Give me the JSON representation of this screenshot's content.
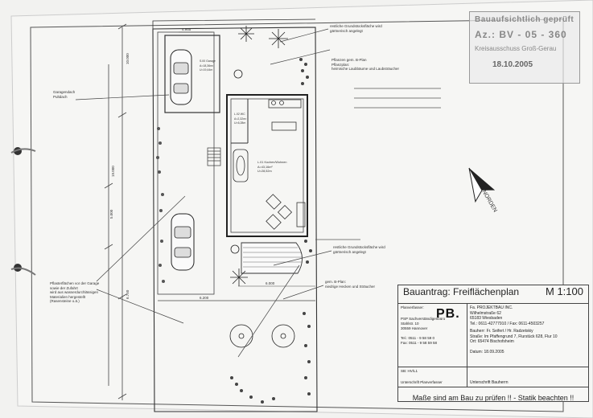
{
  "stamp": {
    "line1": "Bauaufsichtlich geprüft",
    "line2": "Az.: BV - 05 - 360",
    "line3": "Kreisausschuss Groß-Gerau",
    "date": "18.10.2005"
  },
  "compass_label": "NORDEN",
  "annotations": {
    "garage_roof": "Garagendach\nPultdach",
    "garage_room": "S.00 Garage\nA=18,36m²\nU=19,44m",
    "room_wc": "L.02 WC\nA=2,32m²\nU=6,28m",
    "room_main": "L.01 Kochen/Wohnen\nA=43,16m²\nU=28,52m",
    "greenery_top": "restliche Grundstücksfläche wird\ngärtnerisch angelegt",
    "planting_top": "Pflanzen gem. B-Plan\nPflanzplan:\nheimische Laubbäume und Laubsträucher",
    "greenery_mid": "restliche Grundstücksfläche wird\ngärtnerisch angelegt",
    "planting_mid": "gem. B-Plan:\nniedrige Hecken und Sträucher",
    "paving": "Pflasterflächen vor der Garage\nsowie der Zufahrt\nwird aus wasserdurchlässigen\nMaterialien hergestellt\n(Rasensteine o.ä.)"
  },
  "dimensions": [
    "4.955",
    "6.750",
    "6.200",
    "5.000",
    "19.000",
    "10.000",
    "6.000"
  ],
  "title_block": {
    "title": "Bauantrag: Freiflächenplan",
    "scale": "M 1:100",
    "planverfasser_label": "Planverfasser:",
    "planverfasser": "PSP Sachverständigenbüro\nStahlstr. 10\n30559 Hannover\n\nTel.: 0511 - 9 58 59 0\nFax: 0511 - 9 58 59 58",
    "logo": "PB.",
    "company": "Fa. PROJEKTBAU INC.\nWilhelmstraße 62\n65183 Wiesbaden\nTel.: 0611-42777910 / Fax: 0611-4503257",
    "bauherr_label": "Bauherr:",
    "bauherr": "Fr. Seifert / Hr. Radzetskiy",
    "strasse_label": "Straße:",
    "strasse": "Im Pfaffengrund 7, Flurstück 628, Flur 10",
    "ort_label": "Ort:",
    "ort": "65474 Bischofsheim",
    "datum_label": "Datum:",
    "datum": "18.09.2005",
    "sb": "SB: HV/L1",
    "sign_planverfasser": "Unterschrift Planverfasser",
    "sign_bauherr": "Unterschrift Bauherrn",
    "footer": "Maße sind am Bau zu prüfen !! - Statik beachten !!"
  },
  "colors": {
    "paper": "#f2f2f0",
    "ink": "#222222",
    "stamp": "#888888"
  }
}
